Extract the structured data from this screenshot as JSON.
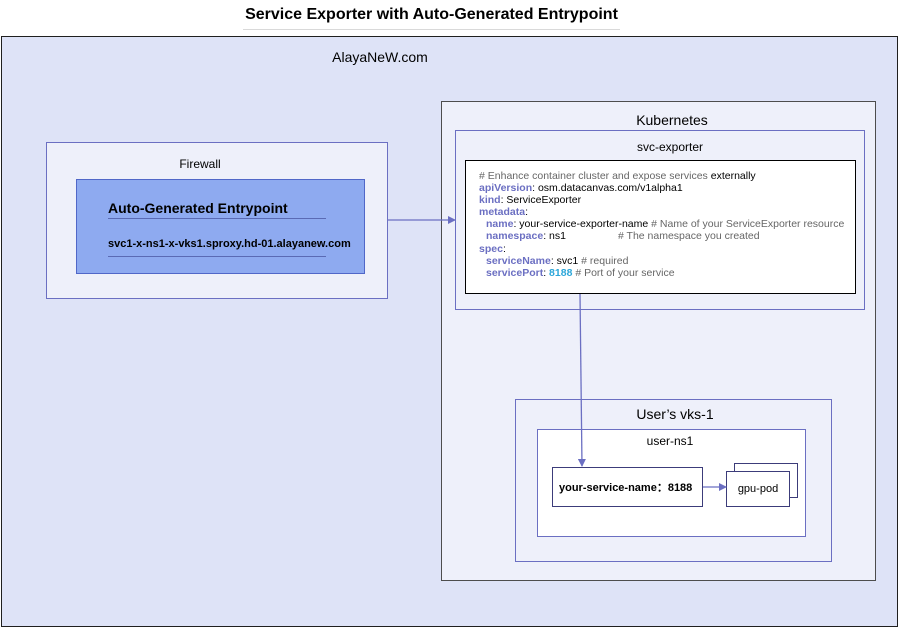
{
  "title": "Service Exporter with Auto-Generated Entrypoint",
  "outer_label": "AlayaNeW.com",
  "firewall": {
    "label": "Firewall",
    "entrypoint_title": "Auto-Generated Entrypoint",
    "entrypoint_url": "svc1-x-ns1-x-vks1.sproxy.hd-01.alayanew.com"
  },
  "kubernetes": {
    "label": "Kubernetes",
    "svc_exporter": {
      "label": "svc-exporter",
      "code": {
        "comment": "# Enhance container cluster and expose services",
        "comment_tail": " externally",
        "apiVersion_key": "apiVersion",
        "apiVersion_val": ": osm.datacanvas.com/v1alpha1",
        "kind_key": "kind",
        "kind_val": ": ServiceExporter",
        "metadata_key": "metadata",
        "colon": ":",
        "name_key": "name",
        "name_val": ": your-service-exporter-name",
        "name_comment": " # Name of your ServiceExporter resource",
        "namespace_key": "namespace",
        "namespace_val": ": ns1",
        "namespace_comment": "# The namespace you created",
        "spec_key": "spec",
        "serviceName_key": "serviceName",
        "serviceName_val": ": svc1",
        "serviceName_comment": " # required",
        "servicePort_key": "servicePort",
        "servicePort_sep": ": ",
        "servicePort_num": "8188",
        "servicePort_comment": " # Port of your service"
      }
    },
    "vks": {
      "label": "User’s vks-1",
      "namespace_label": "user-ns1",
      "service_box": "your-service-name：8188",
      "pod_label": "gpu-pod"
    }
  }
}
